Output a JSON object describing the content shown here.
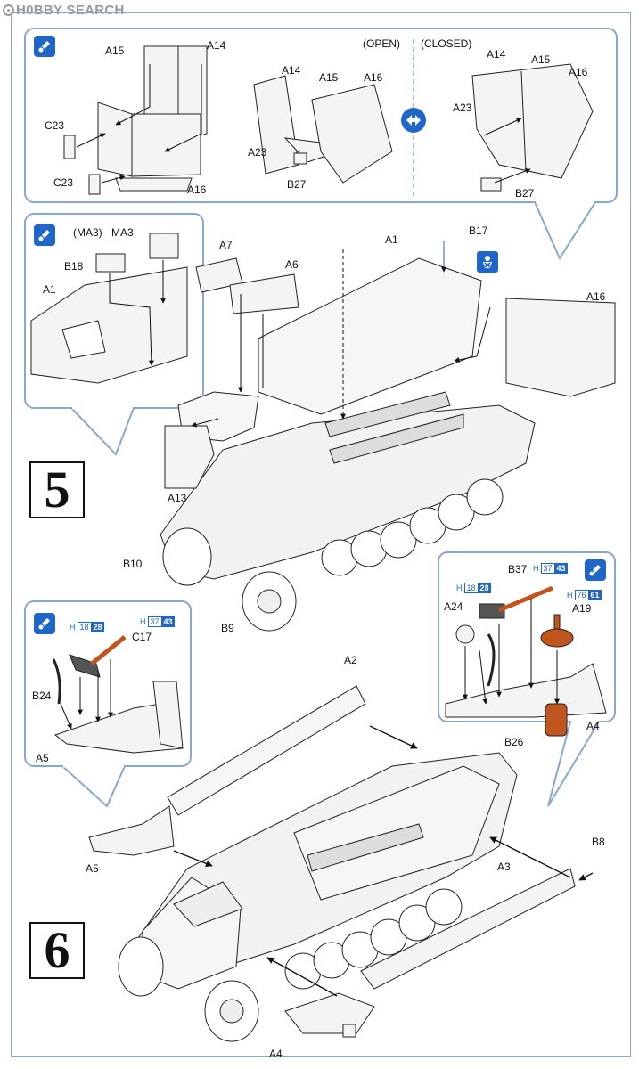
{
  "watermark": "H0BBY SEARCH",
  "steps": [
    "5",
    "6"
  ],
  "door_detail": {
    "open_label": "(OPEN)",
    "closed_label": "(CLOSED)",
    "parts_left": [
      "A15",
      "A14",
      "C23",
      "C23",
      "A16"
    ],
    "parts_mid": [
      "A14",
      "A15",
      "A16",
      "A23",
      "B27"
    ],
    "parts_right": [
      "A14",
      "A15",
      "A16",
      "A23",
      "B27"
    ]
  },
  "step5_inset": {
    "parts": [
      "(MA3)",
      "MA3",
      "B18",
      "A1"
    ]
  },
  "step5_main": {
    "parts": [
      "A7",
      "A6",
      "A1",
      "B17",
      "A16",
      "A13",
      "B10",
      "B9"
    ]
  },
  "step6_inset_left": {
    "parts": [
      "C17",
      "B24",
      "A5"
    ],
    "paint": [
      {
        "h": "H",
        "code": "18",
        "num": "28"
      },
      {
        "h": "H",
        "code": "37",
        "num": "43"
      }
    ]
  },
  "step6_inset_right": {
    "parts": [
      "B37",
      "A24",
      "A19",
      "A4",
      "B26"
    ],
    "paint": [
      {
        "h": "H",
        "code": "37",
        "num": "43"
      },
      {
        "h": "H",
        "code": "18",
        "num": "28"
      },
      {
        "h": "H",
        "code": "76",
        "num": "61"
      }
    ]
  },
  "step6_main": {
    "parts": [
      "A2",
      "A5",
      "A3",
      "B8",
      "A4"
    ]
  },
  "icons": [
    "paint-icon",
    "swap-icon",
    "remove-icon"
  ],
  "colors": {
    "frame_blue": "#8aa8c8",
    "icon_blue": "#1f66c8",
    "part_orange": "#c0561e",
    "part_dark": "#555555",
    "hull_fill": "#f2f2f2"
  }
}
